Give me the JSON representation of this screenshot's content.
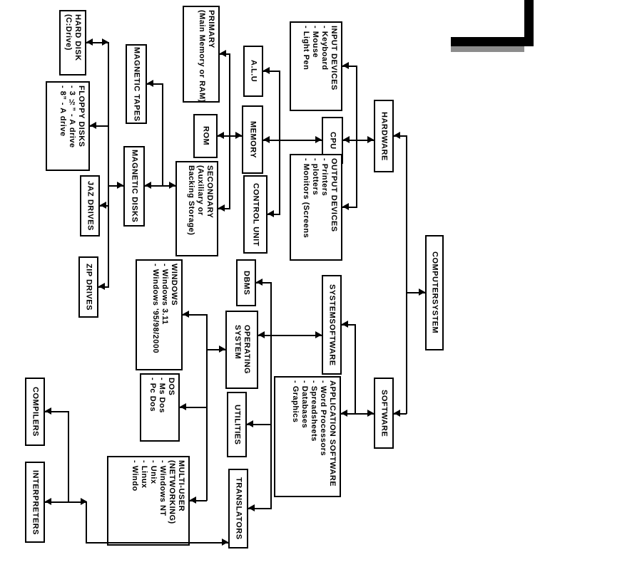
{
  "colors": {
    "line": "#000000",
    "box_border": "#000000",
    "background": "#ffffff",
    "corner_black": "#000000",
    "corner_shadow": "#8c8c8c"
  },
  "boxes": {
    "hard_disk": {
      "lines": [
        "HARD DISK",
        "(C:Drive)"
      ]
    },
    "magnetic_tapes": {
      "lines": [
        "MAGNETIC TAPES"
      ]
    },
    "floppy_disks": {
      "lines": [
        "FLOPPY DISKS",
        "- 3 ½” - A drive",
        "- 8” - A drive"
      ]
    },
    "magnetic_disks": {
      "lines": [
        "MAGNETIC DISKS"
      ]
    },
    "jaz_drives": {
      "lines": [
        "JAZ DRIVES"
      ]
    },
    "zip_drives": {
      "lines": [
        "ZIP DRIVES"
      ]
    },
    "primary": {
      "lines": [
        "PRIMARY",
        "(Main Memory or RAM)"
      ]
    },
    "alu": {
      "lines": [
        "A.L.U"
      ]
    },
    "rom": {
      "lines": [
        "ROM"
      ]
    },
    "memory": {
      "lines": [
        "MEMORY"
      ]
    },
    "secondary": {
      "lines": [
        "SECONDARY",
        "(Auxiliary or",
        "Backing Storage)"
      ]
    },
    "control_unit": {
      "lines": [
        "CONTROL UNIT"
      ]
    },
    "input_devices": {
      "lines": [
        "INPUT DEVICES",
        "- Keyboard",
        "- Mouse",
        "- Light Pen"
      ]
    },
    "cpu": {
      "lines": [
        "CPU"
      ]
    },
    "hardware": {
      "lines": [
        "HARDWARE"
      ]
    },
    "output_devices": {
      "lines": [
        "OUTPUT DEVICES",
        "- Printers",
        "- plotters",
        "- Monitors (Screens"
      ]
    },
    "computer_system": {
      "lines": [
        "COMPUTERSYSTEM"
      ]
    },
    "dbms": {
      "lines": [
        "DBMS"
      ]
    },
    "windows": {
      "lines": [
        "WINDOWS",
        "- Windows 3.11",
        "- Windows '95/98/2000"
      ]
    },
    "system_software": {
      "lines": [
        "SYSTEMSOFTWARE"
      ]
    },
    "operating_system": {
      "lines": [
        "OPERATING",
        "SYSTEM"
      ]
    },
    "software": {
      "lines": [
        "SOFTWARE"
      ]
    },
    "application_software": {
      "lines": [
        "APPLICATION SOFTWARE",
        "- Word Processors",
        "- Spreadsheets",
        "- Databases",
        "- Graphics"
      ]
    },
    "dos": {
      "lines": [
        "DOS",
        "- Ms Dos",
        "- Pc Dos"
      ]
    },
    "utilities": {
      "lines": [
        "UTILITIES"
      ]
    },
    "compilers": {
      "lines": [
        "COMPILERS"
      ]
    },
    "interpreters": {
      "lines": [
        "INTERPRETERS"
      ]
    },
    "multi_user": {
      "lines": [
        "MULTI-USER",
        "(NETWORKING)",
        "- Windows NT",
        "- Unix",
        "- Linux",
        "- Windo"
      ]
    },
    "translators": {
      "lines": [
        "TRANSLATORS"
      ]
    }
  },
  "edges": [
    {
      "from": "computer_system",
      "to": [
        "hardware",
        "software"
      ]
    },
    {
      "from": "hardware",
      "to": [
        "input_devices",
        "cpu",
        "output_devices"
      ]
    },
    {
      "from": "cpu",
      "to": [
        "alu",
        "memory",
        "control_unit"
      ]
    },
    {
      "from": "memory",
      "to": [
        "primary",
        "rom",
        "secondary"
      ]
    },
    {
      "from": "secondary",
      "to": [
        "magnetic_tapes",
        "magnetic_disks"
      ]
    },
    {
      "from": "magnetic_disks",
      "to": [
        "hard_disk",
        "floppy_disks",
        "jaz_drives",
        "zip_drives"
      ]
    },
    {
      "from": "software",
      "to": [
        "system_software",
        "application_software"
      ]
    },
    {
      "from": "system_software",
      "to": [
        "dbms",
        "operating_system",
        "utilities",
        "translators"
      ]
    },
    {
      "from": "operating_system",
      "to": [
        "windows",
        "dos",
        "multi_user"
      ]
    },
    {
      "from": "translators",
      "to": [
        "compilers",
        "interpreters"
      ]
    }
  ]
}
